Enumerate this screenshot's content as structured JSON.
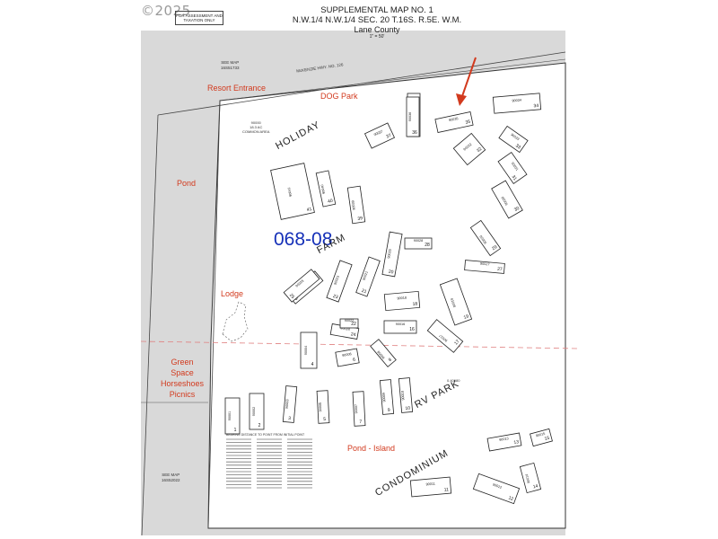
{
  "watermark": "©2025",
  "notice": "FOR ASSESSMENT AND TAXATION ONLY",
  "header": {
    "title": "SUPPLEMENTAL MAP NO. 1",
    "subtitle": "N.W.1/4 N.W.1/4 SEC. 20 T.16S. R.5E. W.M.",
    "county": "Lane County",
    "scale": "1\" = 50'"
  },
  "see_map_top": {
    "line1": "SEE MAP",
    "line2": "16S51733"
  },
  "see_map_bottom": {
    "line1": "SEE MAP",
    "line2": "16S52022"
  },
  "highway": "McKENZIE HWY. NO. 126",
  "common_area": {
    "id": "90000",
    "acres": "18.3 AC",
    "label": "COMMON AREA"
  },
  "tax_lot_label": "0.40680",
  "annotations": {
    "resort_entrance": "Resort Entrance",
    "dog_park": "DOG Park",
    "pond": "Pond",
    "lodge": "Lodge",
    "green_space": [
      "Green",
      "Space",
      "Horseshoes",
      "Picnics"
    ],
    "pond_island": "Pond - Island"
  },
  "map_id": "068-08",
  "street_labels": {
    "holiday": "HOLIDAY",
    "farm": "FARM",
    "rv_park": "RV PARK",
    "condominium": "CONDOMINIUM"
  },
  "lots": [
    {
      "id": "90041",
      "num": "41"
    },
    {
      "id": "90040",
      "num": "40"
    },
    {
      "id": "90039",
      "num": "39"
    },
    {
      "id": "90038",
      "num": "38"
    },
    {
      "id": "90037",
      "num": "37"
    },
    {
      "id": "90036",
      "num": "36"
    },
    {
      "id": "90035",
      "num": "35"
    },
    {
      "id": "90034",
      "num": "34"
    },
    {
      "id": "90033",
      "num": "33"
    },
    {
      "id": "90032",
      "num": "32"
    },
    {
      "id": "90031",
      "num": "31"
    },
    {
      "id": "90030",
      "num": "30"
    },
    {
      "id": "90029",
      "num": "29"
    },
    {
      "id": "90028",
      "num": "28"
    },
    {
      "id": "90027",
      "num": "27"
    },
    {
      "id": "90026",
      "num": "26"
    },
    {
      "id": "90025",
      "num": "25"
    },
    {
      "id": "90024",
      "num": "24"
    },
    {
      "id": "90023",
      "num": "23"
    },
    {
      "id": "90022",
      "num": "22"
    },
    {
      "id": "90021",
      "num": "21"
    },
    {
      "id": "90020",
      "num": "20"
    },
    {
      "id": "90019",
      "num": "19"
    },
    {
      "id": "90018",
      "num": "18"
    },
    {
      "id": "90017",
      "num": "17"
    },
    {
      "id": "90016",
      "num": "16"
    },
    {
      "id": "90015",
      "num": "15"
    },
    {
      "id": "90014",
      "num": "14"
    },
    {
      "id": "90013",
      "num": "13"
    },
    {
      "id": "90012",
      "num": "12"
    },
    {
      "id": "90011",
      "num": "11"
    },
    {
      "id": "90010",
      "num": "10"
    },
    {
      "id": "90009",
      "num": "9"
    },
    {
      "id": "90008",
      "num": "8"
    },
    {
      "id": "90007",
      "num": "7"
    },
    {
      "id": "90006",
      "num": "6"
    },
    {
      "id": "90005",
      "num": "5"
    },
    {
      "id": "90004",
      "num": "4"
    },
    {
      "id": "90003",
      "num": "3"
    },
    {
      "id": "90002",
      "num": "2"
    },
    {
      "id": "90001",
      "num": "1"
    },
    {
      "id": "90042",
      "num": "42"
    }
  ],
  "table_header": "BEARING DISTANCE TO POINT FROM INITIAL POINT",
  "colors": {
    "annotation": "#d23a1e",
    "map_id": "#1530b8",
    "gray_area": "#d9d9d9",
    "boundary": "#333333",
    "dashed_line": "#e08080"
  }
}
